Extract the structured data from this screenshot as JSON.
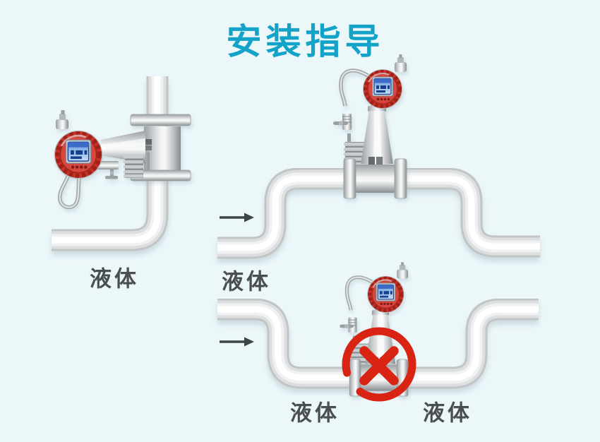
{
  "title": {
    "text": "安装指导",
    "color": "#14a3c8"
  },
  "background_color": "#ecf7fa",
  "diagrams": {
    "left": {
      "fluid_label": "液体"
    },
    "top_right": {
      "flow_arrow": "→",
      "fluid_label": "液体"
    },
    "bottom_right": {
      "flow_arrow": "→",
      "fluid_label_left": "液体",
      "fluid_label_right": "液体",
      "prohibition_icon": "crossed-circle-icon"
    }
  },
  "colors": {
    "label_text": "#4b4e50",
    "pipe_shade": "#c2c5c6",
    "pipe_highlight": "#ffffff",
    "meter_head_red": "#c63229",
    "lcd_screen_blue": "#79a8e2",
    "prohibition_red": "#d92313",
    "arrow": "#3f4446"
  }
}
